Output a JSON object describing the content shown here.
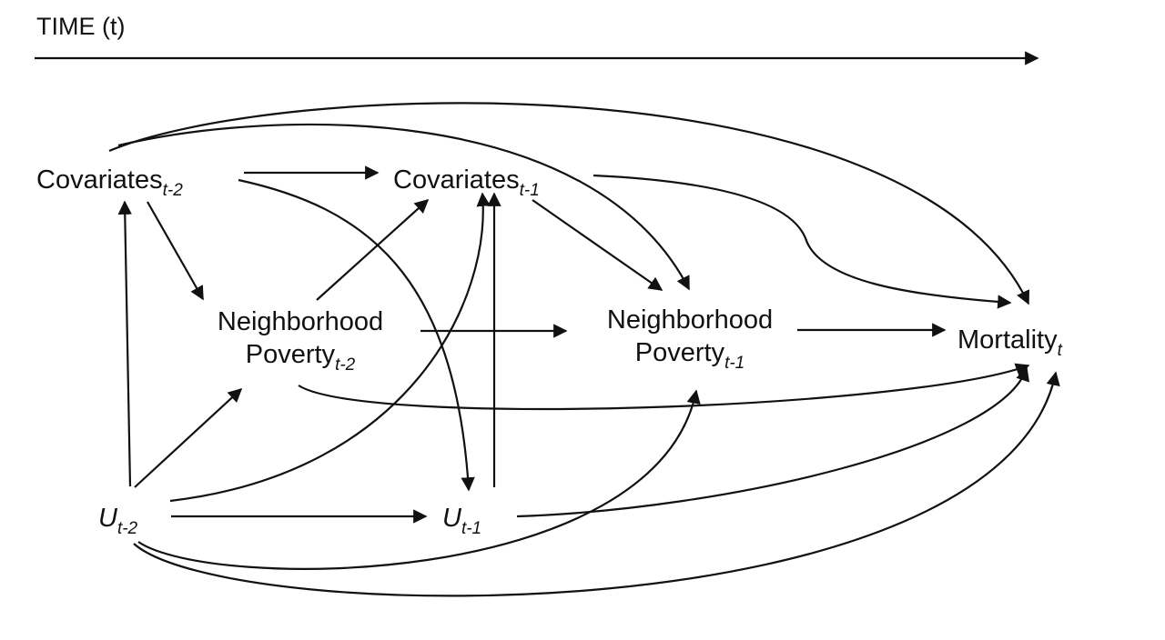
{
  "time_axis": {
    "label": "TIME",
    "variable": "t"
  },
  "nodes": {
    "cov_t2": {
      "base": "Covariates",
      "sub": "t-2"
    },
    "cov_t1": {
      "base": "Covariates",
      "sub": "t-1"
    },
    "np_t2": {
      "line1": "Neighborhood",
      "base": "Poverty",
      "sub": "t-2"
    },
    "np_t1": {
      "line1": "Neighborhood",
      "base": "Poverty",
      "sub": "t-1"
    },
    "mort": {
      "base": "Mortality",
      "sub": "t"
    },
    "u_t2": {
      "base": "U",
      "sub": "t-2"
    },
    "u_t1": {
      "base": "U",
      "sub": "t-1"
    }
  },
  "edges": [
    {
      "from": "cov_t2",
      "to": "cov_t1"
    },
    {
      "from": "cov_t2",
      "to": "np_t2"
    },
    {
      "from": "cov_t2",
      "to": "u_t1"
    },
    {
      "from": "cov_t2",
      "to": "np_t1"
    },
    {
      "from": "cov_t2",
      "to": "mort"
    },
    {
      "from": "np_t2",
      "to": "cov_t1"
    },
    {
      "from": "np_t2",
      "to": "np_t1"
    },
    {
      "from": "np_t2",
      "to": "mort"
    },
    {
      "from": "u_t2",
      "to": "cov_t2"
    },
    {
      "from": "u_t2",
      "to": "np_t2"
    },
    {
      "from": "u_t2",
      "to": "u_t1"
    },
    {
      "from": "u_t2",
      "to": "cov_t1"
    },
    {
      "from": "u_t2",
      "to": "np_t1"
    },
    {
      "from": "u_t2",
      "to": "mort"
    },
    {
      "from": "u_t1",
      "to": "cov_t1"
    },
    {
      "from": "u_t1",
      "to": "mort"
    },
    {
      "from": "cov_t1",
      "to": "np_t1"
    },
    {
      "from": "cov_t1",
      "to": "mort"
    },
    {
      "from": "np_t1",
      "to": "mort"
    }
  ]
}
